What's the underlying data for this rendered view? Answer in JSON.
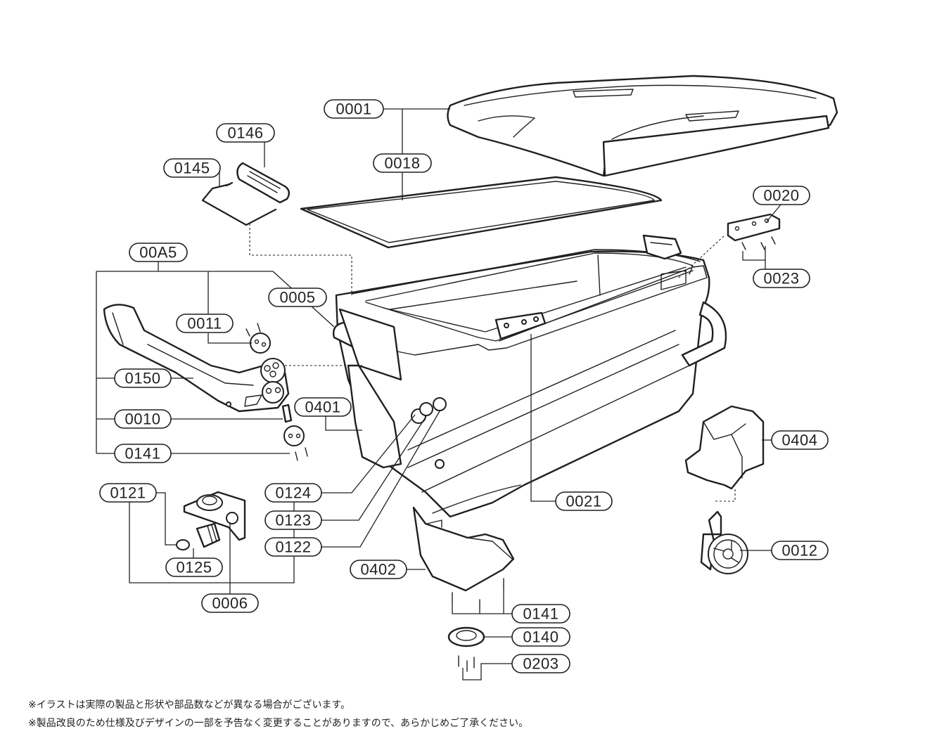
{
  "labels": {
    "p0001": "0001",
    "p0018": "0018",
    "p0146": "0146",
    "p0145": "0145",
    "p00A5": "00A5",
    "p0005": "0005",
    "p0011": "0011",
    "p0150": "0150",
    "p0010": "0010",
    "p0141a": "0141",
    "p0401": "0401",
    "p0020": "0020",
    "p0023": "0023",
    "p0404": "0404",
    "p0021": "0021",
    "p0012": "0012",
    "p0121": "0121",
    "p0124": "0124",
    "p0123": "0123",
    "p0122": "0122",
    "p0125": "0125",
    "p0006": "0006",
    "p0402": "0402",
    "p0141b": "0141",
    "p0140": "0140",
    "p0203": "0203"
  },
  "notes": [
    "※イラストは実際の製品と形状や部品数などが異なる場合がございます。",
    "※製品改良のため仕様及びデザインの一部を予告なく変更することがありますので、あらかじめご了承ください。"
  ]
}
